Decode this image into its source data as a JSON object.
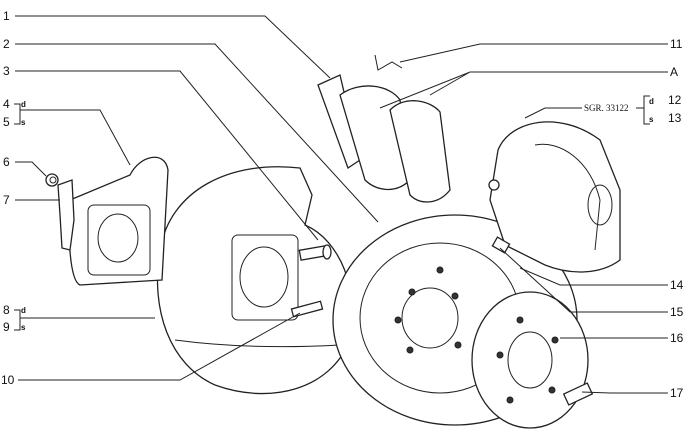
{
  "callouts": {
    "c1": "1",
    "c2": "2",
    "c3": "3",
    "c4": "4",
    "c4_side": "d",
    "c5": "5",
    "c5_side": "s",
    "c6": "6",
    "c7": "7",
    "c8": "8",
    "c8_side": "d",
    "c9": "9",
    "c9_side": "s",
    "c10": "10",
    "c11": "11",
    "cA": "A",
    "c12": "12",
    "c12_side": "d",
    "c13": "13",
    "c13_side": "s",
    "ref_12_13": "SGR. 33122",
    "c14": "14",
    "c15": "15",
    "c16": "16",
    "c17": "17"
  }
}
